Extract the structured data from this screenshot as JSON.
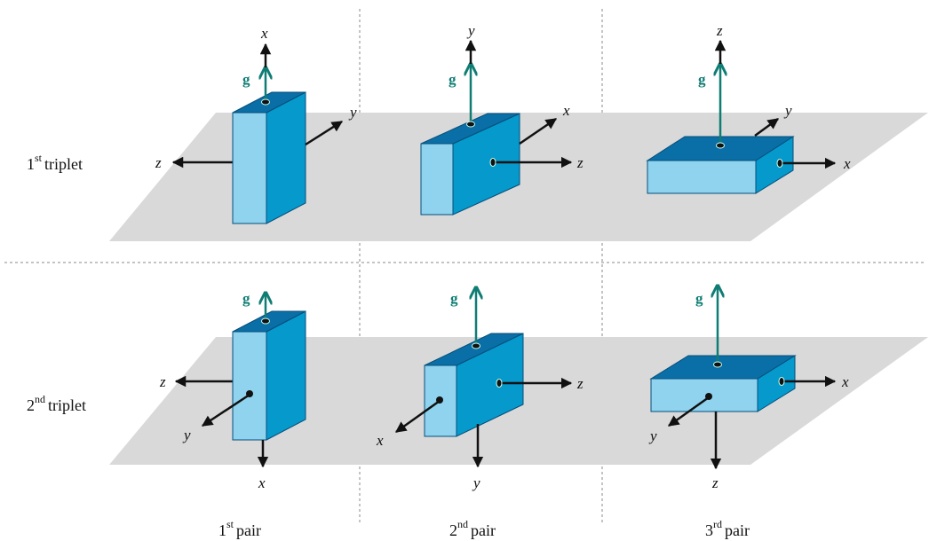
{
  "colors": {
    "plane": "#d9d9d9",
    "box_front": "#8fd3ee",
    "box_side": "#0599cc",
    "box_top": "#0a6fa6",
    "gravity": "#0f7d74",
    "axis": "#111111",
    "divider": "#888888"
  },
  "rows": [
    {
      "num": "1",
      "sup": "st",
      "word": "triplet"
    },
    {
      "num": "2",
      "sup": "nd",
      "word": "triplet"
    }
  ],
  "columns": [
    {
      "num": "1",
      "sup": "st",
      "word": "pair"
    },
    {
      "num": "2",
      "sup": "nd",
      "word": "pair"
    },
    {
      "num": "3",
      "sup": "rd",
      "word": "pair"
    }
  ],
  "gravity_label": "g",
  "axis_labels": {
    "r1c1": {
      "up": "x",
      "right": "y",
      "left": "z"
    },
    "r1c2": {
      "up": "y",
      "diag": "x",
      "right": "z"
    },
    "r1c3": {
      "up": "z",
      "diag": "y",
      "right": "x"
    },
    "r2c1": {
      "left": "z",
      "diag": "y",
      "down": "x"
    },
    "r2c2": {
      "right": "z",
      "diag": "x",
      "down": "y"
    },
    "r2c3": {
      "right": "x",
      "diag": "y",
      "down": "z"
    }
  }
}
